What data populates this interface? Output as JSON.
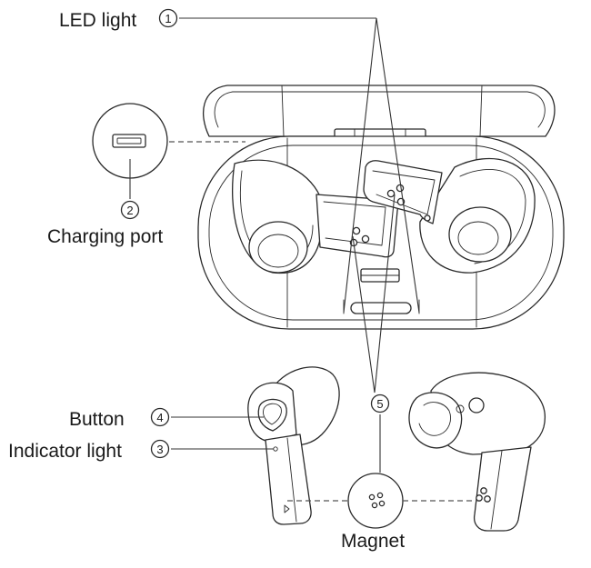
{
  "labels": {
    "led_light": "LED light",
    "charging_port": "Charging port",
    "button": "Button",
    "indicator_light": "Indicator light",
    "magnet": "Magnet"
  },
  "numbers": {
    "led_light": "1",
    "charging_port": "2",
    "indicator_light": "3",
    "button": "4",
    "magnet": "5"
  }
}
